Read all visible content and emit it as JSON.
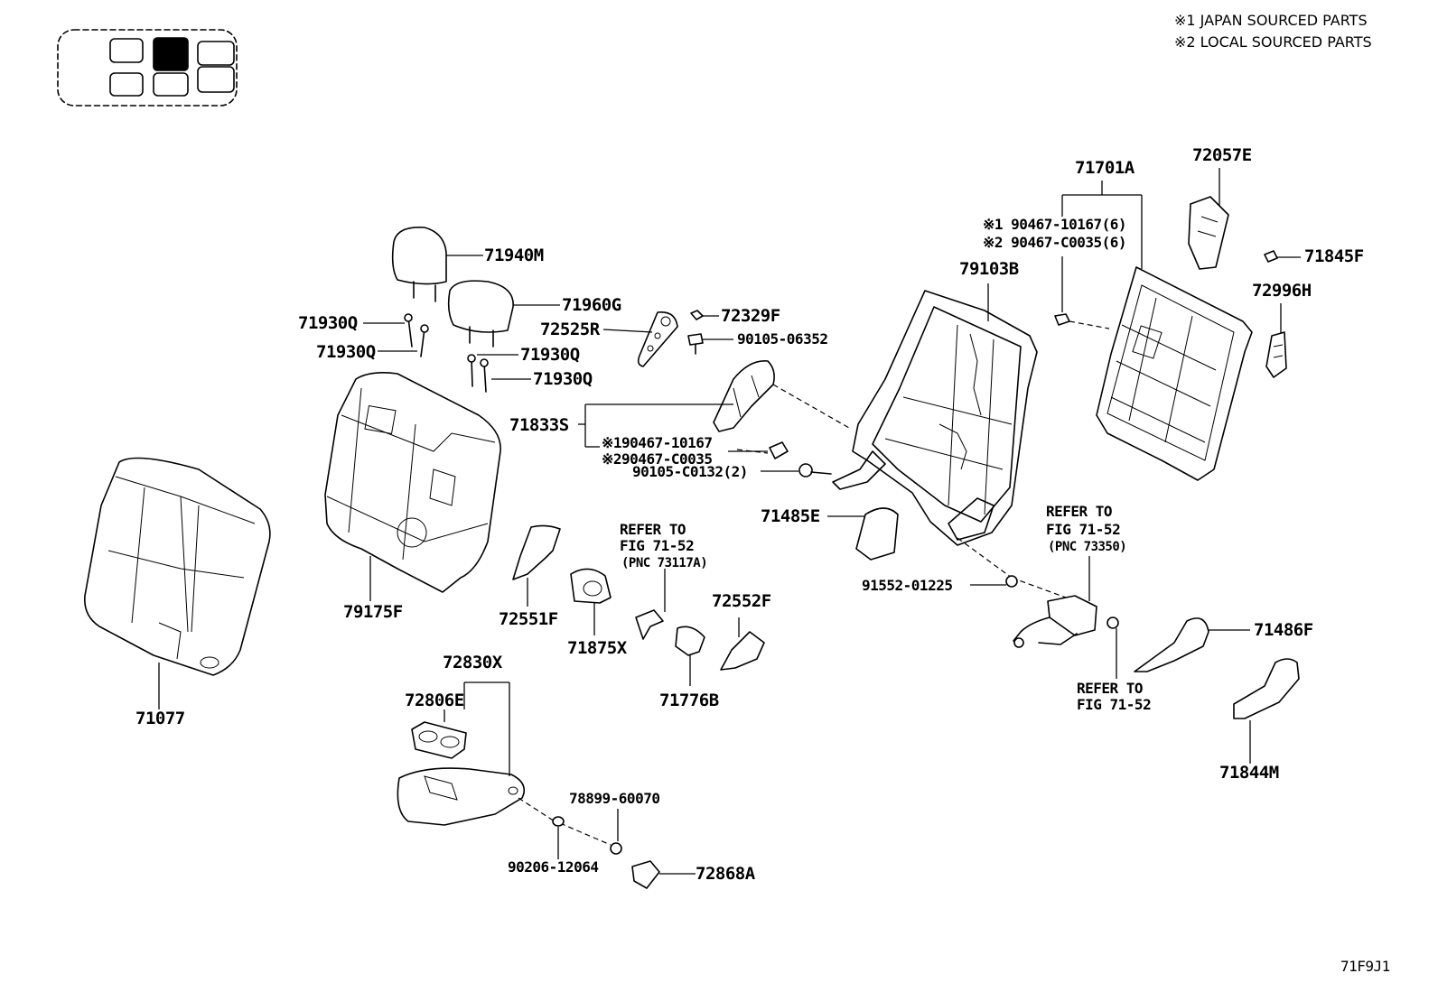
{
  "notes": {
    "japan": "※1 JAPAN SOURCED PARTS",
    "local": "※2 LOCAL SOURCED PARTS"
  },
  "figure_code": "71F9J1",
  "locator": {
    "highlighted_position": "top-center",
    "colors": {
      "highlight": "#000000",
      "outline": "#000000"
    }
  },
  "parts": {
    "p71940M": "71940M",
    "p71960G": "71960G",
    "p71930Q_a": "71930Q",
    "p71930Q_b": "71930Q",
    "p71930Q_c": "71930Q",
    "p71930Q_d": "71930Q",
    "p72525R": "72525R",
    "p72329F": "72329F",
    "p90105_06352": "90105-06352",
    "p71833S": "71833S",
    "p190467_10167": "※190467-10167",
    "p290467_C0035": "※290467-C0035",
    "p90105_C0132": "90105-C0132(2)",
    "p79103B": "79103B",
    "p71701A": "71701A",
    "p1_90467_10167": "※1 90467-10167(6)",
    "p2_90467_C0035": "※2 90467-C0035(6)",
    "p72057E": "72057E",
    "p71845F": "71845F",
    "p72996H": "72996H",
    "p71485E": "71485E",
    "p91552_01225": "91552-01225",
    "p79175F": "79175F",
    "p72551F": "72551F",
    "p71875X": "71875X",
    "p72552F": "72552F",
    "p71776B": "71776B",
    "p71486F": "71486F",
    "p71844M": "71844M",
    "p71077": "71077",
    "p72830X": "72830X",
    "p72806E": "72806E",
    "p78899_60070": "78899-60070",
    "p90206_12064": "90206-12064",
    "p72868A": "72868A"
  },
  "refs": {
    "ref1": {
      "l1": "REFER TO",
      "l2": "FIG 71-52",
      "l3": "(PNC 73117A)"
    },
    "ref2": {
      "l1": "REFER TO",
      "l2": "FIG 71-52",
      "l3": "(PNC 73350)"
    },
    "ref3": {
      "l1": "REFER TO",
      "l2": "FIG 71-52"
    }
  }
}
